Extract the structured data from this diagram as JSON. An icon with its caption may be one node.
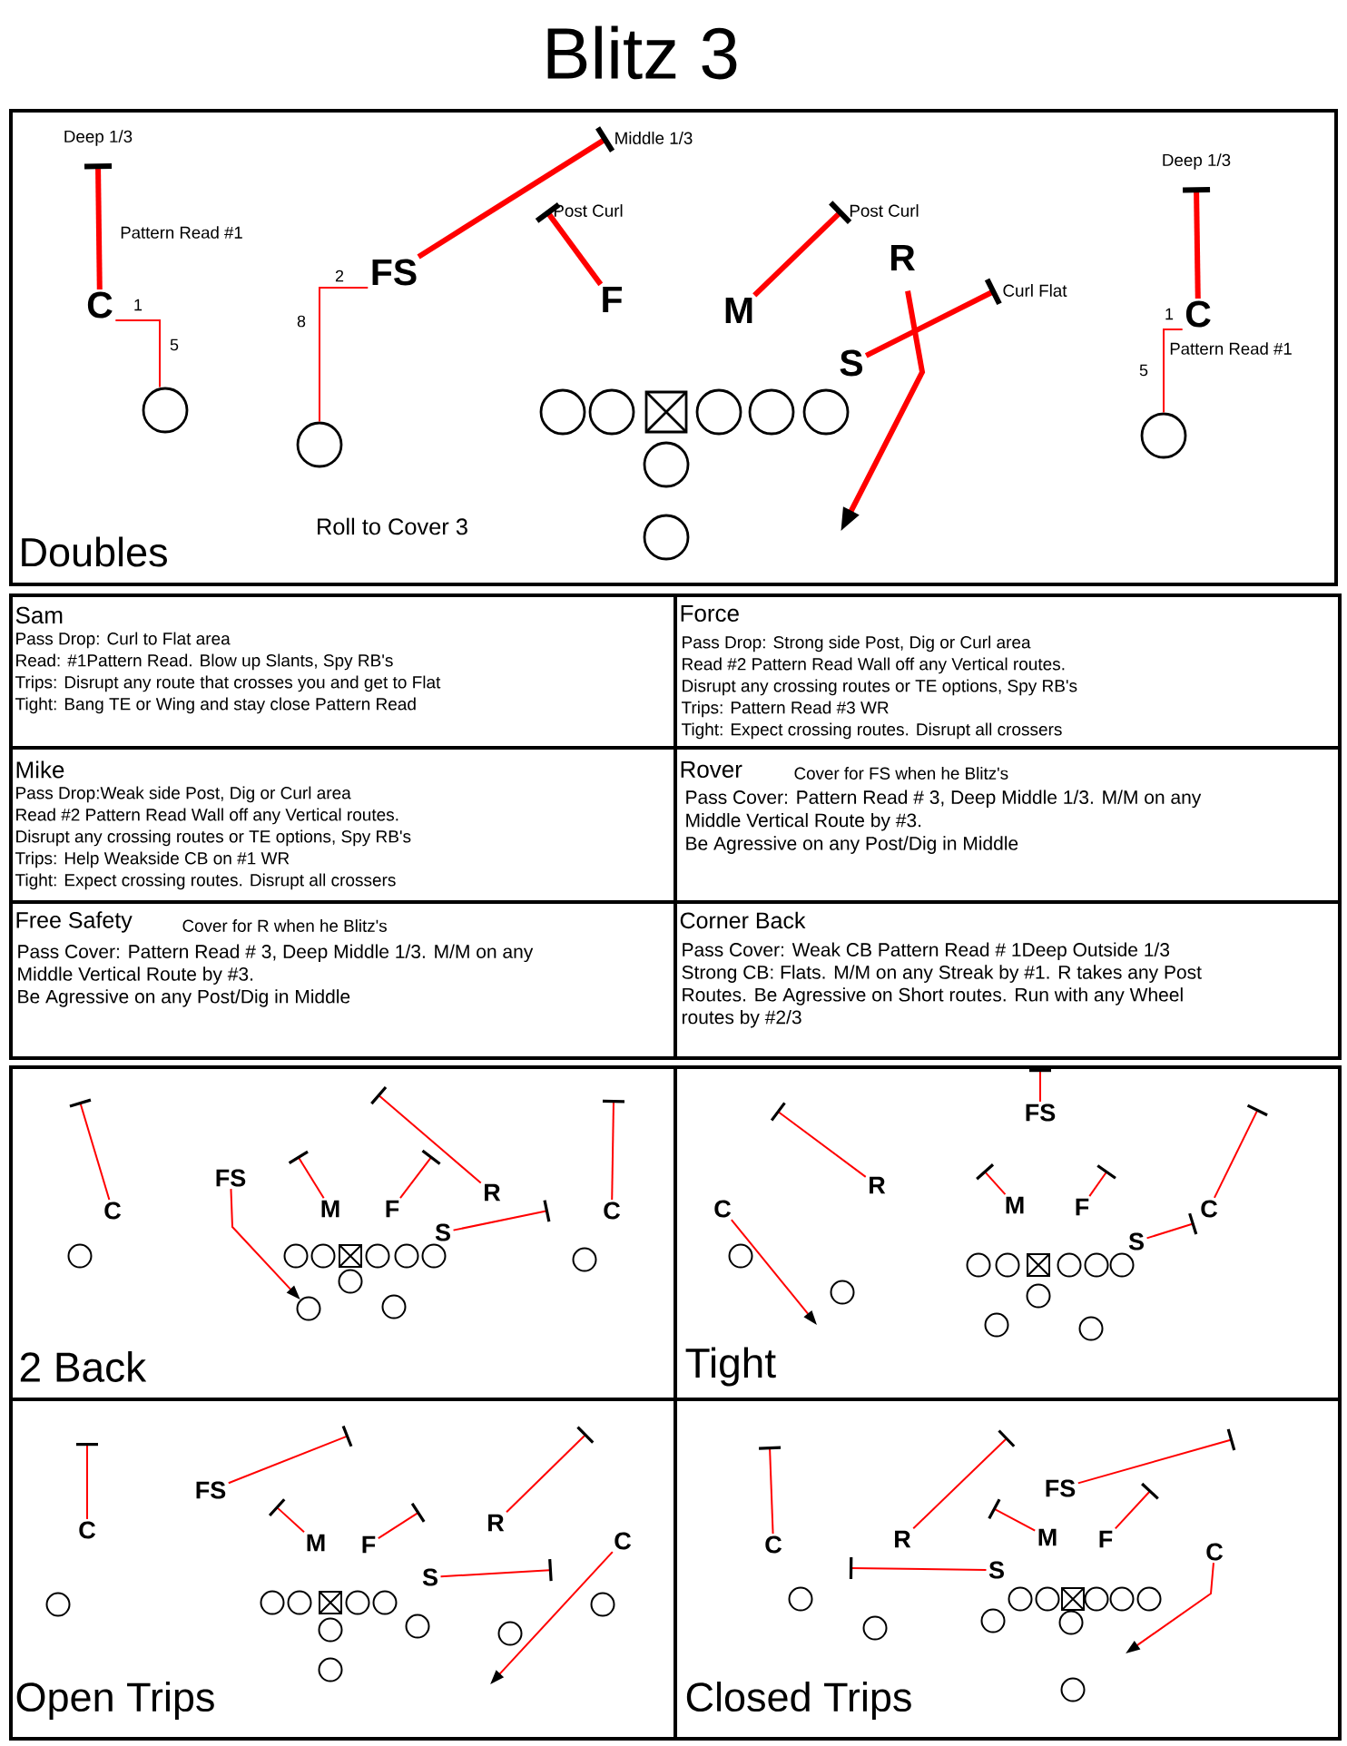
{
  "diagram": {
    "title": "Blitz 3",
    "nodes": [
      {
        "text": [
          "Doubles",
          "Roll to Cover 3"
        ]
      },
      {
        "text": [
          "Deep 1/3"
        ],
        "in": 0
      },
      {
        "text": [
          "Middle 1/3"
        ],
        "in": 0
      },
      {
        "text": [
          "Post Curl"
        ],
        "in": 0
      },
      {
        "text": [
          "Post Curl"
        ],
        "in": 0
      },
      {
        "text": [
          "Deep 1/3"
        ],
        "in": 0
      },
      {
        "text": [
          "Curl Flat"
        ],
        "in": 0
      },
      {
        "text": [
          "C"
        ],
        "beside": [
          "Pattern Read #1"
        ],
        "in": 0
      },
      {
        "text": [
          "FS"
        ],
        "in": 0
      },
      {
        "text": [
          "F"
        ],
        "in": 0
      },
      {
        "text": [
          "M"
        ],
        "in": 0
      },
      {
        "text": [
          "R"
        ],
        "in": 0
      },
      {
        "text": [
          "S"
        ],
        "in": 0
      },
      {
        "text": [
          "C"
        ],
        "beside": [
          "Pattern Read #1"
        ],
        "in": 0
      },
      {
        "text": [],
        "shape": "circle",
        "in": 0
      },
      {
        "text": [],
        "shape": "circle",
        "in": 0
      },
      {
        "text": [],
        "shape": "circle",
        "in": 0
      },
      {
        "text": [
          "Sam",
          "Pass Drop: Curl to Flat area",
          "Read: #1Pattern Read. Blow up Slants, Spy RB's",
          "Trips: Disrupt any route that crosses you and get to Flat",
          "Tight: Bang TE or Wing and stay close Pattern Read"
        ]
      },
      {
        "text": [
          "Force",
          "Pass Drop: Strong side Post, Dig or Curl area",
          "Read #2 Pattern Read Wall off any Vertical routes.",
          "Disrupt any crossing routes or TE options, Spy RB's",
          "Trips: Pattern Read #3 WR",
          "Tight: Expect crossing routes. Disrupt all crossers"
        ]
      },
      {
        "text": [
          "Mike",
          "Pass Drop:Weak side Post, Dig or Curl area",
          "Read #2 Pattern Read Wall off any Vertical routes.",
          "Disrupt any crossing routes or TE options, Spy RB's",
          "Trips: Help Weakside CB on #1 WR",
          "Tight: Expect crossing routes. Disrupt all crossers"
        ]
      },
      {
        "text": [
          "Rover",
          "Cover for FS when he Blitz's",
          "Pass Cover: Pattern Read # 3, Deep Middle 1/3. M/M on any Middle Vertical Route by #3.",
          "Be Agressive on any Post/Dig in Middle"
        ]
      },
      {
        "text": [
          "Free Safety",
          "Cover for R when he Blitz's",
          "Pass Cover: Pattern Read # 3, Deep Middle 1/3. M/M on any Middle Vertical Route by #3.",
          "Be Agressive on any Post/Dig in Middle"
        ]
      },
      {
        "text": [
          "Corner Back",
          "Pass Cover: Weak CB Pattern Read # 1Deep Outside 1/3",
          "Strong CB: Flats. M/M on any Streak by #1. R takes any Post Routes. Be Agressive on Short routes. Run with any Wheel routes by #2/3"
        ]
      },
      {
        "text": [
          "2 Back"
        ]
      },
      {
        "text": [
          "C"
        ],
        "in": 23
      },
      {
        "text": [
          "FS"
        ],
        "in": 23
      },
      {
        "text": [
          "M"
        ],
        "in": 23
      },
      {
        "text": [
          "F"
        ],
        "in": 23
      },
      {
        "text": [
          "R"
        ],
        "in": 23
      },
      {
        "text": [
          "S"
        ],
        "in": 23
      },
      {
        "text": [
          "C"
        ],
        "in": 23
      },
      {
        "text": [
          "Tight"
        ]
      },
      {
        "text": [
          "C"
        ],
        "in": 31
      },
      {
        "text": [
          "R"
        ],
        "in": 31
      },
      {
        "text": [
          "M"
        ],
        "in": 31
      },
      {
        "text": [
          "FS"
        ],
        "in": 31
      },
      {
        "text": [
          "F"
        ],
        "in": 31
      },
      {
        "text": [
          "S"
        ],
        "in": 31
      },
      {
        "text": [
          "C"
        ],
        "in": 31
      },
      {
        "text": [
          "Open Trips"
        ]
      },
      {
        "text": [
          "C"
        ],
        "in": 39
      },
      {
        "text": [
          "FS"
        ],
        "in": 39
      },
      {
        "text": [
          "M"
        ],
        "in": 39
      },
      {
        "text": [
          "F"
        ],
        "in": 39
      },
      {
        "text": [
          "S"
        ],
        "in": 39
      },
      {
        "text": [
          "R"
        ],
        "in": 39
      },
      {
        "text": [
          "C"
        ],
        "in": 39
      },
      {
        "text": [
          "Closed Trips"
        ]
      },
      {
        "text": [
          "C"
        ],
        "in": 47
      },
      {
        "text": [
          "R"
        ],
        "in": 47
      },
      {
        "text": [
          "S"
        ],
        "in": 47
      },
      {
        "text": [
          "M"
        ],
        "in": 47
      },
      {
        "text": [
          "FS"
        ],
        "in": 47
      },
      {
        "text": [
          "F"
        ],
        "in": 47
      },
      {
        "text": [
          "C"
        ],
        "in": 47
      },
      {
        "text": [],
        "shape": "circle",
        "in": 0
      },
      {
        "text": [],
        "shape": "circle",
        "in": 0
      },
      {
        "text": [],
        "shape": "box",
        "in": 0
      },
      {
        "text": [],
        "shape": "circle",
        "in": 0
      },
      {
        "text": [],
        "shape": "circle",
        "in": 0
      },
      {
        "text": [],
        "shape": "circle",
        "in": 0
      },
      {
        "text": [],
        "shape": "circle",
        "in": 0
      },
      {
        "text": [],
        "shape": "circle",
        "in": 0
      },
      {
        "text": [],
        "shape": "circle",
        "in": 23
      },
      {
        "text": [],
        "shape": "circle",
        "in": 23
      },
      {
        "text": [],
        "shape": "circle",
        "in": 23
      },
      {
        "text": [],
        "shape": "box",
        "in": 23
      },
      {
        "text": [],
        "shape": "circle",
        "in": 23
      },
      {
        "text": [],
        "shape": "circle",
        "in": 23
      },
      {
        "text": [],
        "shape": "circle",
        "in": 23
      },
      {
        "text": [],
        "shape": "circle",
        "in": 23
      },
      {
        "text": [],
        "shape": "circle",
        "in": 23
      },
      {
        "text": [],
        "shape": "circle",
        "in": 23
      },
      {
        "text": [],
        "shape": "circle",
        "in": 23
      },
      {
        "text": [],
        "shape": "circle",
        "in": 31
      },
      {
        "text": [],
        "shape": "circle",
        "in": 31
      },
      {
        "text": [],
        "shape": "circle",
        "in": 31
      },
      {
        "text": [],
        "shape": "box",
        "in": 31
      },
      {
        "text": [],
        "shape": "circle",
        "in": 31
      },
      {
        "text": [],
        "shape": "circle",
        "in": 31
      },
      {
        "text": [],
        "shape": "circle",
        "in": 31
      },
      {
        "text": [],
        "shape": "circle",
        "in": 31
      },
      {
        "text": [],
        "shape": "circle",
        "in": 31
      },
      {
        "text": [],
        "shape": "circle",
        "in": 31
      },
      {
        "text": [],
        "shape": "circle",
        "in": 31
      },
      {
        "text": [],
        "shape": "circle",
        "in": 39
      },
      {
        "text": [],
        "shape": "circle",
        "in": 39
      },
      {
        "text": [],
        "shape": "circle",
        "in": 39
      },
      {
        "text": [],
        "shape": "box",
        "in": 39
      },
      {
        "text": [],
        "shape": "circle",
        "in": 39
      },
      {
        "text": [],
        "shape": "circle",
        "in": 39
      },
      {
        "text": [],
        "shape": "circle",
        "in": 39
      },
      {
        "text": [],
        "shape": "circle",
        "in": 39
      },
      {
        "text": [],
        "shape": "circle",
        "in": 39
      },
      {
        "text": [],
        "shape": "circle",
        "in": 39
      },
      {
        "text": [],
        "shape": "circle",
        "in": 39
      },
      {
        "text": [],
        "shape": "circle",
        "in": 47
      },
      {
        "text": [],
        "shape": "circle",
        "in": 47
      },
      {
        "text": [],
        "shape": "circle",
        "in": 47
      },
      {
        "text": [],
        "shape": "box",
        "in": 47
      },
      {
        "text": [],
        "shape": "circle",
        "in": 47
      },
      {
        "text": [],
        "shape": "circle",
        "in": 47
      },
      {
        "text": [],
        "shape": "circle",
        "in": 47
      },
      {
        "text": [],
        "shape": "circle",
        "in": 47
      },
      {
        "text": [],
        "shape": "circle",
        "in": 47
      },
      {
        "text": [],
        "shape": "circle",
        "in": 47
      },
      {
        "text": [],
        "shape": "circle",
        "in": 47
      }
    ],
    "edges": [
      {
        "from": 7,
        "to": 1,
        "arrow": "other",
        "style": "thick"
      },
      {
        "from": 8,
        "to": 2,
        "arrow": "other",
        "style": "thick"
      },
      {
        "from": 9,
        "to": 3,
        "arrow": "other",
        "style": "thick"
      },
      {
        "from": 10,
        "to": 4,
        "arrow": "other",
        "style": "thick"
      },
      {
        "from": 11,
        "to": null,
        "arrow": "to",
        "style": "thick"
      },
      {
        "from": 12,
        "to": 6,
        "arrow": "other",
        "style": "thick"
      },
      {
        "from": 13,
        "to": 5,
        "arrow": "other",
        "style": "thick"
      },
      {
        "from": 14,
        "to": 7,
        "arrow": "none"
      },
      {
        "from": 15,
        "to": 8,
        "arrow": "none"
      },
      {
        "from": 16,
        "to": 13,
        "arrow": "none"
      },
      {
        "from": 24,
        "to": null,
        "arrow": "other"
      },
      {
        "from": 25,
        "to": 72,
        "arrow": "to"
      },
      {
        "from": 26,
        "to": null,
        "arrow": "other"
      },
      {
        "from": 27,
        "to": null,
        "arrow": "other"
      },
      {
        "from": 28,
        "to": null,
        "arrow": "other"
      },
      {
        "from": 29,
        "to": null,
        "arrow": "other"
      },
      {
        "from": 30,
        "to": null,
        "arrow": "other"
      },
      {
        "from": 32,
        "to": null,
        "arrow": "to"
      },
      {
        "from": 33,
        "to": null,
        "arrow": "other"
      },
      {
        "from": 34,
        "to": null,
        "arrow": "other"
      },
      {
        "from": 35,
        "to": null,
        "arrow": "other"
      },
      {
        "from": 36,
        "to": null,
        "arrow": "other"
      },
      {
        "from": 37,
        "to": 38,
        "arrow": "other"
      },
      {
        "from": 38,
        "to": null,
        "arrow": "other"
      },
      {
        "from": 40,
        "to": null,
        "arrow": "other"
      },
      {
        "from": 41,
        "to": null,
        "arrow": "other"
      },
      {
        "from": 42,
        "to": null,
        "arrow": "other"
      },
      {
        "from": 43,
        "to": null,
        "arrow": "other"
      },
      {
        "from": 44,
        "to": null,
        "arrow": "other"
      },
      {
        "from": 45,
        "to": null,
        "arrow": "other"
      },
      {
        "from": 46,
        "to": null,
        "arrow": "to"
      },
      {
        "from": 48,
        "to": null,
        "arrow": "other"
      },
      {
        "from": 49,
        "to": null,
        "arrow": "other"
      },
      {
        "from": 50,
        "to": null,
        "arrow": "other"
      },
      {
        "from": 51,
        "to": null,
        "arrow": "other"
      },
      {
        "from": 52,
        "to": null,
        "arrow": "other"
      },
      {
        "from": 53,
        "to": null,
        "arrow": "other"
      },
      {
        "from": 54,
        "to": null,
        "arrow": "to"
      }
    ],
    "labels": [
      "1",
      "5",
      "2",
      "8",
      "1",
      "5"
    ]
  }
}
